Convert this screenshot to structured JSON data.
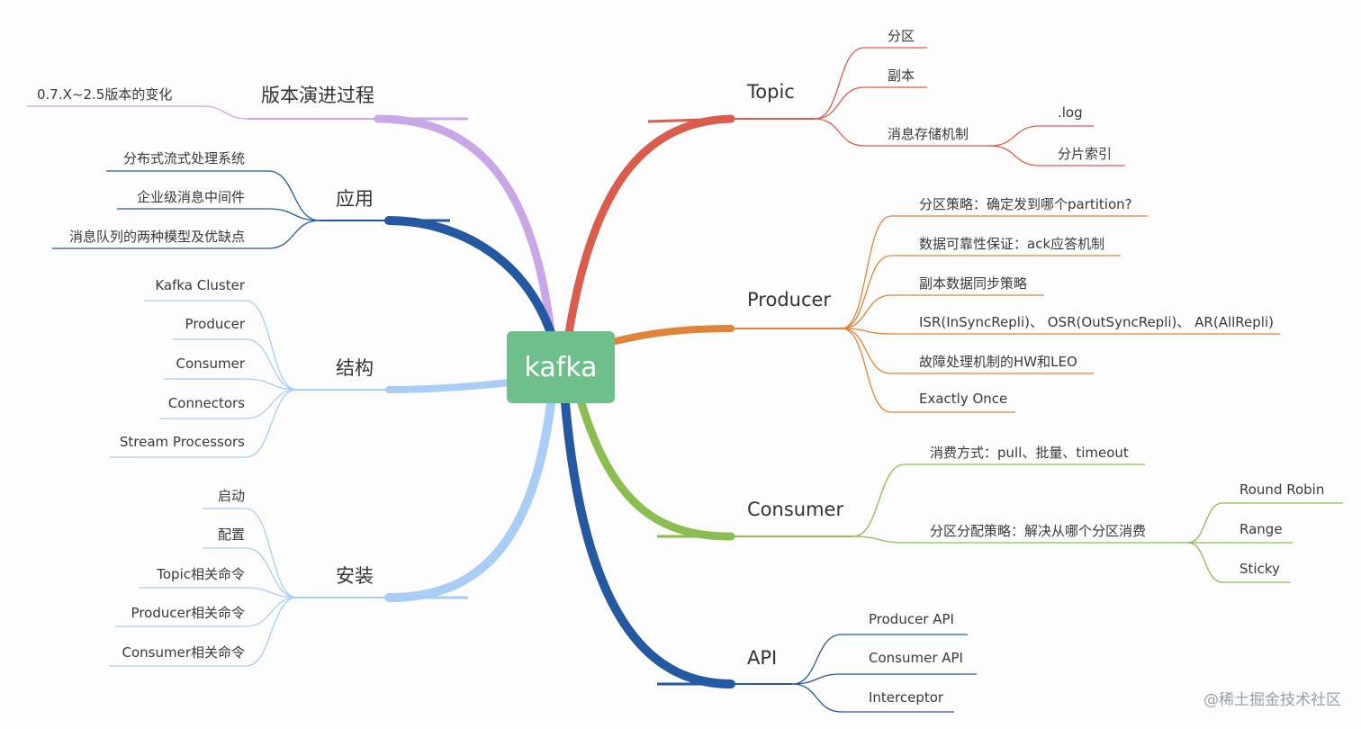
{
  "root": "kafka",
  "watermark": "@稀土掘金技术社区",
  "colors": {
    "topic": "#d95c4c",
    "producer": "#e0843a",
    "consumer": "#8cbd52",
    "api": "#2458a0",
    "version": "#c9a6e6",
    "app": "#2458a0",
    "structure": "#a9cdf4",
    "install": "#a9cdf4"
  },
  "branches": {
    "topic": {
      "label": "Topic",
      "children": [
        "分区",
        "副本",
        "消息存储机制"
      ],
      "storage_children": [
        ".log",
        "分片索引"
      ]
    },
    "producer": {
      "label": "Producer",
      "children": [
        "分区策略：确定发到哪个partition?",
        "数据可靠性保证：ack应答机制",
        "副本数据同步策略",
        "ISR(InSyncRepli)、 OSR(OutSyncRepli)、 AR(AllRepli)",
        "故障处理机制的HW和LEO",
        "Exactly Once"
      ]
    },
    "consumer": {
      "label": "Consumer",
      "children": [
        "消费方式：pull、批量、timeout",
        "分区分配策略：解决从哪个分区消费"
      ],
      "assign_children": [
        "Round Robin",
        "Range",
        "Sticky"
      ]
    },
    "api": {
      "label": "API",
      "children": [
        "Producer API",
        "Consumer API",
        "Interceptor"
      ]
    },
    "version": {
      "label": "版本演进过程",
      "children": [
        "0.7.X~2.5版本的变化"
      ]
    },
    "app": {
      "label": "应用",
      "children": [
        "分布式流式处理系统",
        "企业级消息中间件",
        "消息队列的两种模型及优缺点"
      ]
    },
    "structure": {
      "label": "结构",
      "children": [
        "Kafka Cluster",
        "Producer",
        "Consumer",
        "Connectors",
        "Stream Processors"
      ]
    },
    "install": {
      "label": "安装",
      "children": [
        "启动",
        "配置",
        "Topic相关命令",
        "Producer相关命令",
        "Consumer相关命令"
      ]
    }
  }
}
